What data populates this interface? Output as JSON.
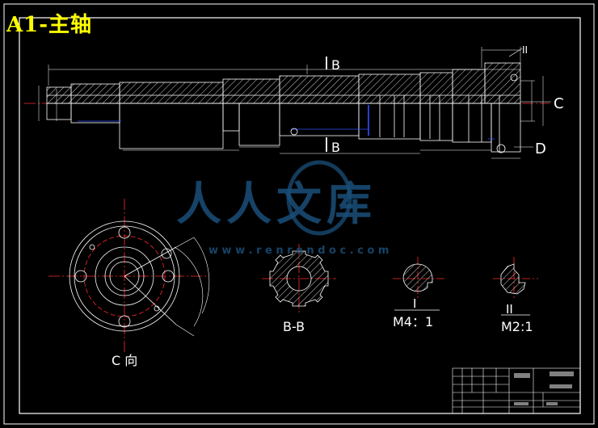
{
  "title": "A1-主轴",
  "labels": {
    "section_b_top": "B",
    "section_b_bottom": "B",
    "detail_ii_marker": "II",
    "arrow_c": "C",
    "arrow_d": "D",
    "view_c": "C 向",
    "section_bb": "B-B",
    "detail_i": "I",
    "detail_i_scale": "M4：1",
    "detail_ii": "II",
    "detail_ii_scale": "M2:1"
  },
  "watermark": {
    "text": "人人文库",
    "url": "w w w . r e n r e n d o c . c o m"
  },
  "colors": {
    "background": "#000000",
    "outline": "#ffffff",
    "center_line": "#ff2a2a",
    "title": "#ffff00",
    "hidden_line": "#3050ff",
    "watermark": "#1a4f7a"
  }
}
